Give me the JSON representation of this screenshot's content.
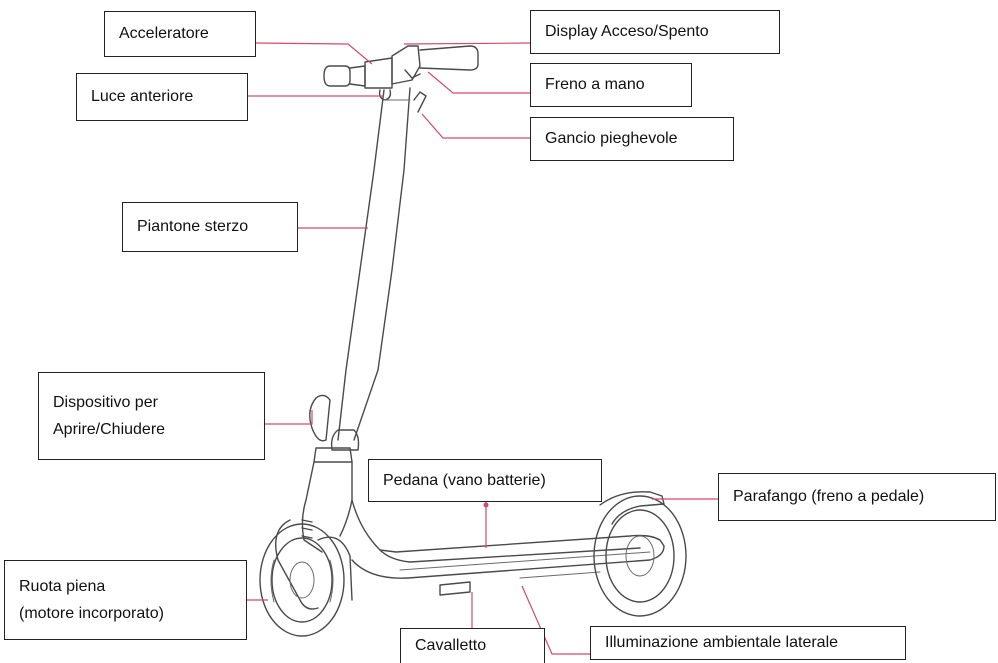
{
  "labels": {
    "acceleratore": "Acceleratore",
    "display": "Display Acceso/Spento",
    "freno_mano": "Freno a mano",
    "luce_anteriore": "Luce anteriore",
    "gancio": "Gancio pieghevole",
    "piantone": "Piantone sterzo",
    "dispositivo_l1": "Dispositivo per",
    "dispositivo_l2": "Aprire/Chiudere",
    "pedana": "Pedana (vano batterie)",
    "parafango": "Parafango (freno a pedale)",
    "ruota_l1": "Ruota piena",
    "ruota_l2": "(motore incorporato)",
    "illuminazione": "Illuminazione ambientale laterale",
    "cavalletto": "Cavalletto"
  },
  "colors": {
    "leader_line": "#d24b6a",
    "scooter_outline": "#4a4a4a",
    "label_border": "#222222"
  }
}
